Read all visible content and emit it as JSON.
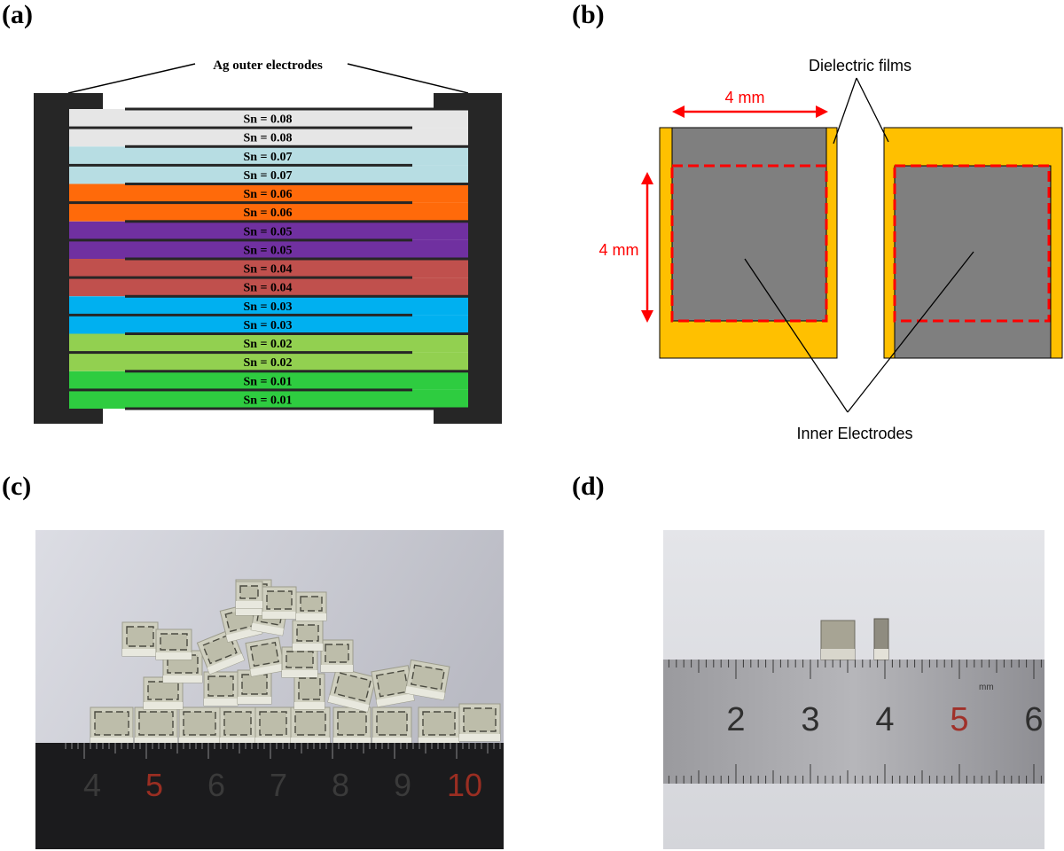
{
  "panel_labels": {
    "a": "(a)",
    "b": "(b)",
    "c": "(c)",
    "d": "(d)"
  },
  "panel_a": {
    "electrode_label": "Ag  outer electrodes",
    "layers": [
      {
        "label": "Sn = 0.08",
        "color": "#e6e6e6"
      },
      {
        "label": "Sn = 0.08",
        "color": "#e6e6e6"
      },
      {
        "label": "Sn = 0.07",
        "color": "#b7dde3"
      },
      {
        "label": "Sn = 0.07",
        "color": "#b7dde3"
      },
      {
        "label": "Sn = 0.06",
        "color": "#ff6a0a"
      },
      {
        "label": "Sn = 0.06",
        "color": "#ff6a0a"
      },
      {
        "label": "Sn = 0.05",
        "color": "#7030a0"
      },
      {
        "label": "Sn = 0.05",
        "color": "#7030a0"
      },
      {
        "label": "Sn = 0.04",
        "color": "#c0504d"
      },
      {
        "label": "Sn = 0.04",
        "color": "#c0504d"
      },
      {
        "label": "Sn = 0.03",
        "color": "#00b0f0"
      },
      {
        "label": "Sn = 0.03",
        "color": "#00b0f0"
      },
      {
        "label": "Sn = 0.02",
        "color": "#92d050"
      },
      {
        "label": "Sn = 0.02",
        "color": "#92d050"
      },
      {
        "label": "Sn = 0.01",
        "color": "#2ecc40"
      },
      {
        "label": "Sn = 0.01",
        "color": "#2ecc40"
      }
    ],
    "electrode_color": "#262626"
  },
  "panel_b": {
    "dielectric_label": "Dielectric films",
    "inner_label": "Inner Electrodes",
    "width_label": "4 mm",
    "height_label": "4 mm",
    "film_color": "#ffc000",
    "electrode_color": "#7f7f7f",
    "dash_color": "#ff0000"
  },
  "panel_c": {
    "ruler_numbers": [
      "4",
      "5",
      "6",
      "7",
      "8",
      "9",
      "10"
    ]
  },
  "panel_d": {
    "ruler_numbers": [
      "2",
      "3",
      "4",
      "5",
      "6"
    ],
    "ruler_unit": "mm"
  }
}
